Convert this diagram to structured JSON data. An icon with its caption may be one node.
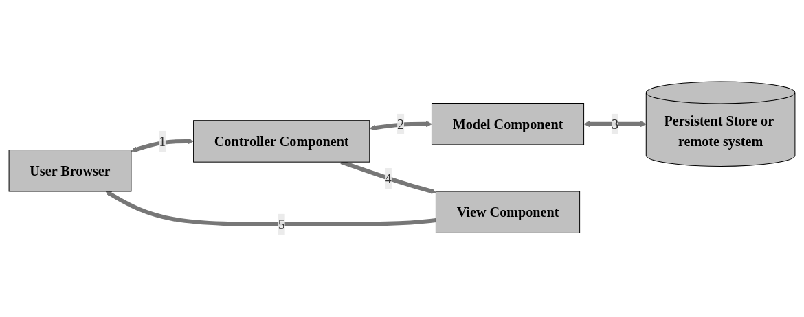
{
  "diagram": {
    "nodes": [
      {
        "text": [
          "User Browser"
        ]
      },
      {
        "text": [
          "Controller Component"
        ]
      },
      {
        "text": [
          "Model Component"
        ]
      },
      {
        "text": [
          "Persistent Store or remote system"
        ]
      },
      {
        "text": [
          "View Component"
        ]
      }
    ],
    "edges": [
      {
        "from": 0,
        "to": 1,
        "arrow": "both",
        "label": "1"
      },
      {
        "from": 1,
        "to": 2,
        "arrow": "both",
        "label": "2"
      },
      {
        "from": 2,
        "to": 3,
        "arrow": "both",
        "label": "3"
      },
      {
        "from": 1,
        "to": 4,
        "arrow": "to",
        "label": "4"
      },
      {
        "from": 4,
        "to": 0,
        "arrow": "to",
        "label": "5"
      }
    ]
  }
}
